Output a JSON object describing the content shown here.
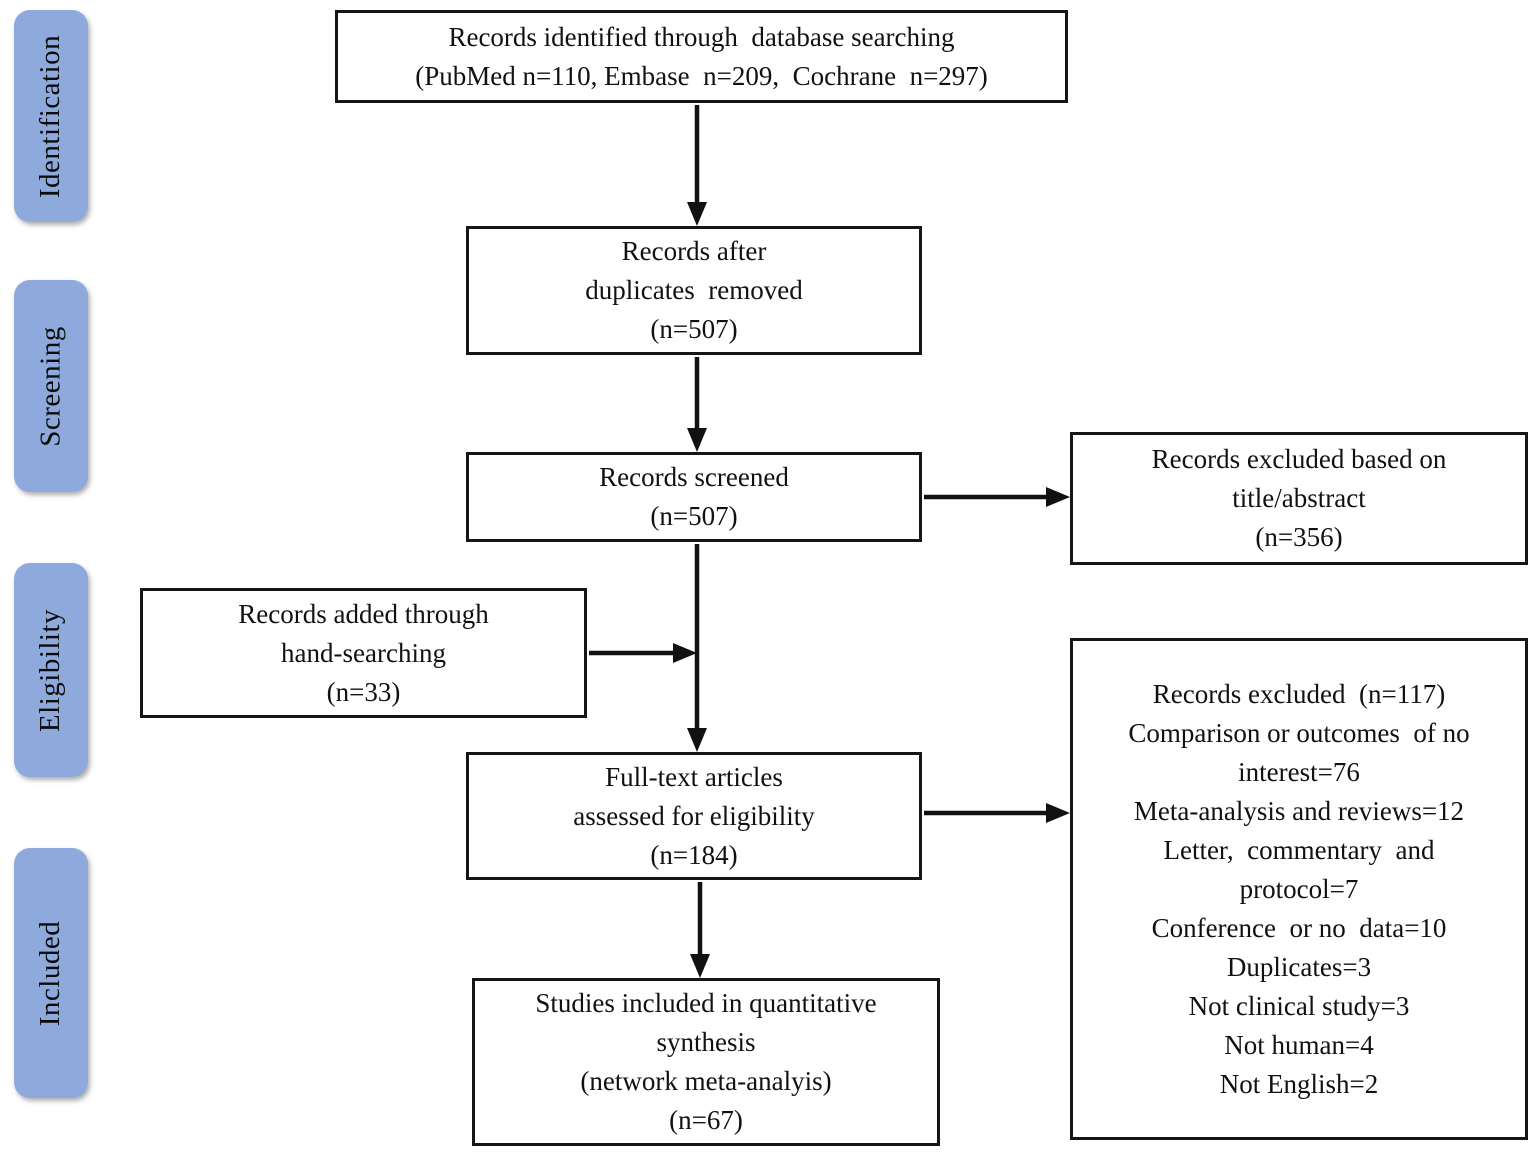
{
  "sidebar": {
    "fill_color": "#8EA9DB",
    "stages": [
      {
        "label": "Identification"
      },
      {
        "label": "Screening"
      },
      {
        "label": "Eligibility"
      },
      {
        "label": "Included"
      }
    ]
  },
  "flow": {
    "identified": {
      "lines": [
        "Records identified through  database searching",
        "(PubMed n=110, Embase  n=209,  Cochrane  n=297)"
      ]
    },
    "after_duplicates": {
      "lines": [
        "Records after",
        "duplicates  removed",
        "(n=507)"
      ]
    },
    "screened": {
      "lines": [
        "Records screened",
        "(n=507)"
      ]
    },
    "hand_search": {
      "lines": [
        "Records added through",
        "hand-searching",
        "(n=33)"
      ]
    },
    "full_text": {
      "lines": [
        "Full-text articles",
        "assessed for eligibility",
        "(n=184)"
      ]
    },
    "included": {
      "lines": [
        "Studies included in quantitative",
        "synthesis",
        "(network meta-analyis)",
        "(n=67)"
      ]
    },
    "excluded_title_abstract": {
      "lines": [
        "Records excluded based on",
        "title/abstract",
        "(n=356)"
      ]
    },
    "excluded_full_text": {
      "lines": [
        "Records excluded  (n=117)",
        "Comparison or outcomes  of no",
        "interest=76",
        "Meta-analysis and reviews=12",
        "Letter,  commentary  and",
        "protocol=7",
        "Conference  or no  data=10",
        "Duplicates=3",
        "Not clinical study=3",
        "Not human=4",
        "Not English=2"
      ]
    }
  }
}
